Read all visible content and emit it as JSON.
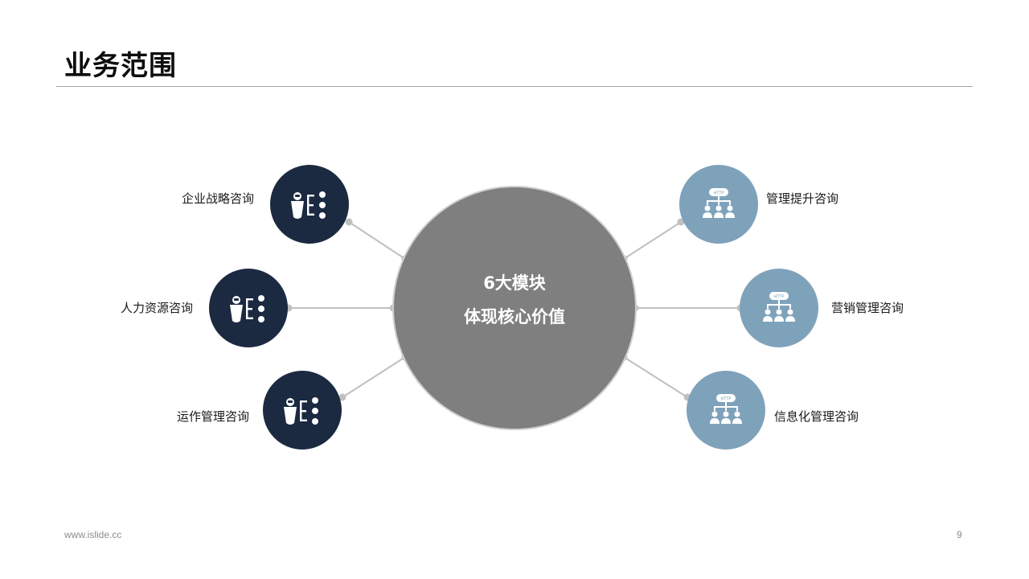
{
  "slide": {
    "title": "业务范围",
    "center": {
      "line1": "6大模块",
      "line2": "体现核心价值"
    },
    "left_modules": [
      {
        "label": "企业战略咨询",
        "icon": "person-list-icon"
      },
      {
        "label": "人力资源咨询",
        "icon": "person-list-icon"
      },
      {
        "label": "运作管理咨询",
        "icon": "person-list-icon"
      }
    ],
    "right_modules": [
      {
        "label": "管理提升咨询",
        "icon": "http-network-icon",
        "icon_text": "HTTP"
      },
      {
        "label": "营销管理咨询",
        "icon": "http-network-icon",
        "icon_text": "HTTP"
      },
      {
        "label": "信息化管理咨询",
        "icon": "http-network-icon",
        "icon_text": "HTTP"
      }
    ],
    "footer": {
      "url": "www.islide.cc",
      "page_number": "9"
    },
    "colors": {
      "dark_node": "#1b2a41",
      "light_node": "#7fa2bb",
      "hub": "#7f7f7f",
      "connector": "#c0c0c0"
    }
  }
}
